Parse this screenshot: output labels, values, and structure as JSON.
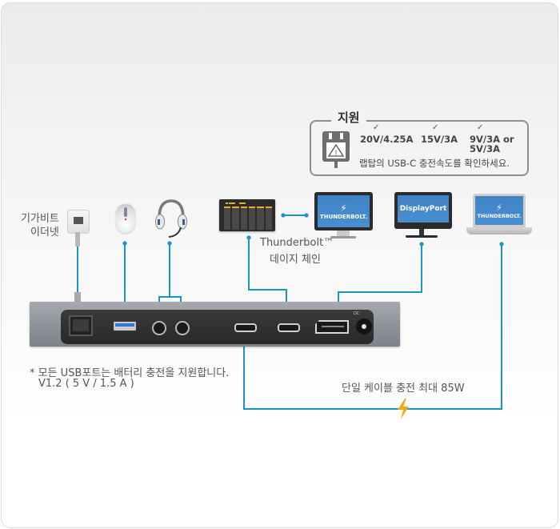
{
  "power_spec": {
    "title": "지원",
    "check_icon": "check-circle-icon",
    "adapter_icon": "power-adapter-warning-icon",
    "ratings": [
      {
        "line1": "20V/4.25A",
        "line2": ""
      },
      {
        "line1": "15V/3A",
        "line2": ""
      },
      {
        "line1": "9V/3A or",
        "line2": "5V/3A"
      }
    ],
    "note": "랩탑의  USB-C 충전속도를  확인하세요."
  },
  "devices": {
    "ethernet_label_1": "기가비트",
    "ethernet_label_2": "이더넷",
    "monitor_thunderbolt": "THUNDERBOLT.",
    "monitor_displayport": "DisplayPort",
    "laptop_thunderbolt": "THUNDERBOLT.",
    "daisy_chain_1": "Thunderbolt™",
    "daisy_chain_2": "데이지 체인"
  },
  "dock": {
    "ports": [
      "ethernet-port",
      "usb-a-port",
      "audio-jack-1",
      "audio-jack-2",
      "usb-c-host-port",
      "usb-c-thunderbolt-port",
      "displayport-port",
      "dc-power-port"
    ],
    "power_label": "DC"
  },
  "notes": {
    "usb_note_1": "* 모든  USB포트는 배터리 충전을 지원합니다.",
    "usb_note_2": "V1.2 ( 5 V / 1.5 A )",
    "charge_note": "단일 케이블 충전 최대 85W"
  },
  "colors": {
    "line": "#1b93c4",
    "bolt": "#f2a91a",
    "screen": "#4387c9"
  }
}
